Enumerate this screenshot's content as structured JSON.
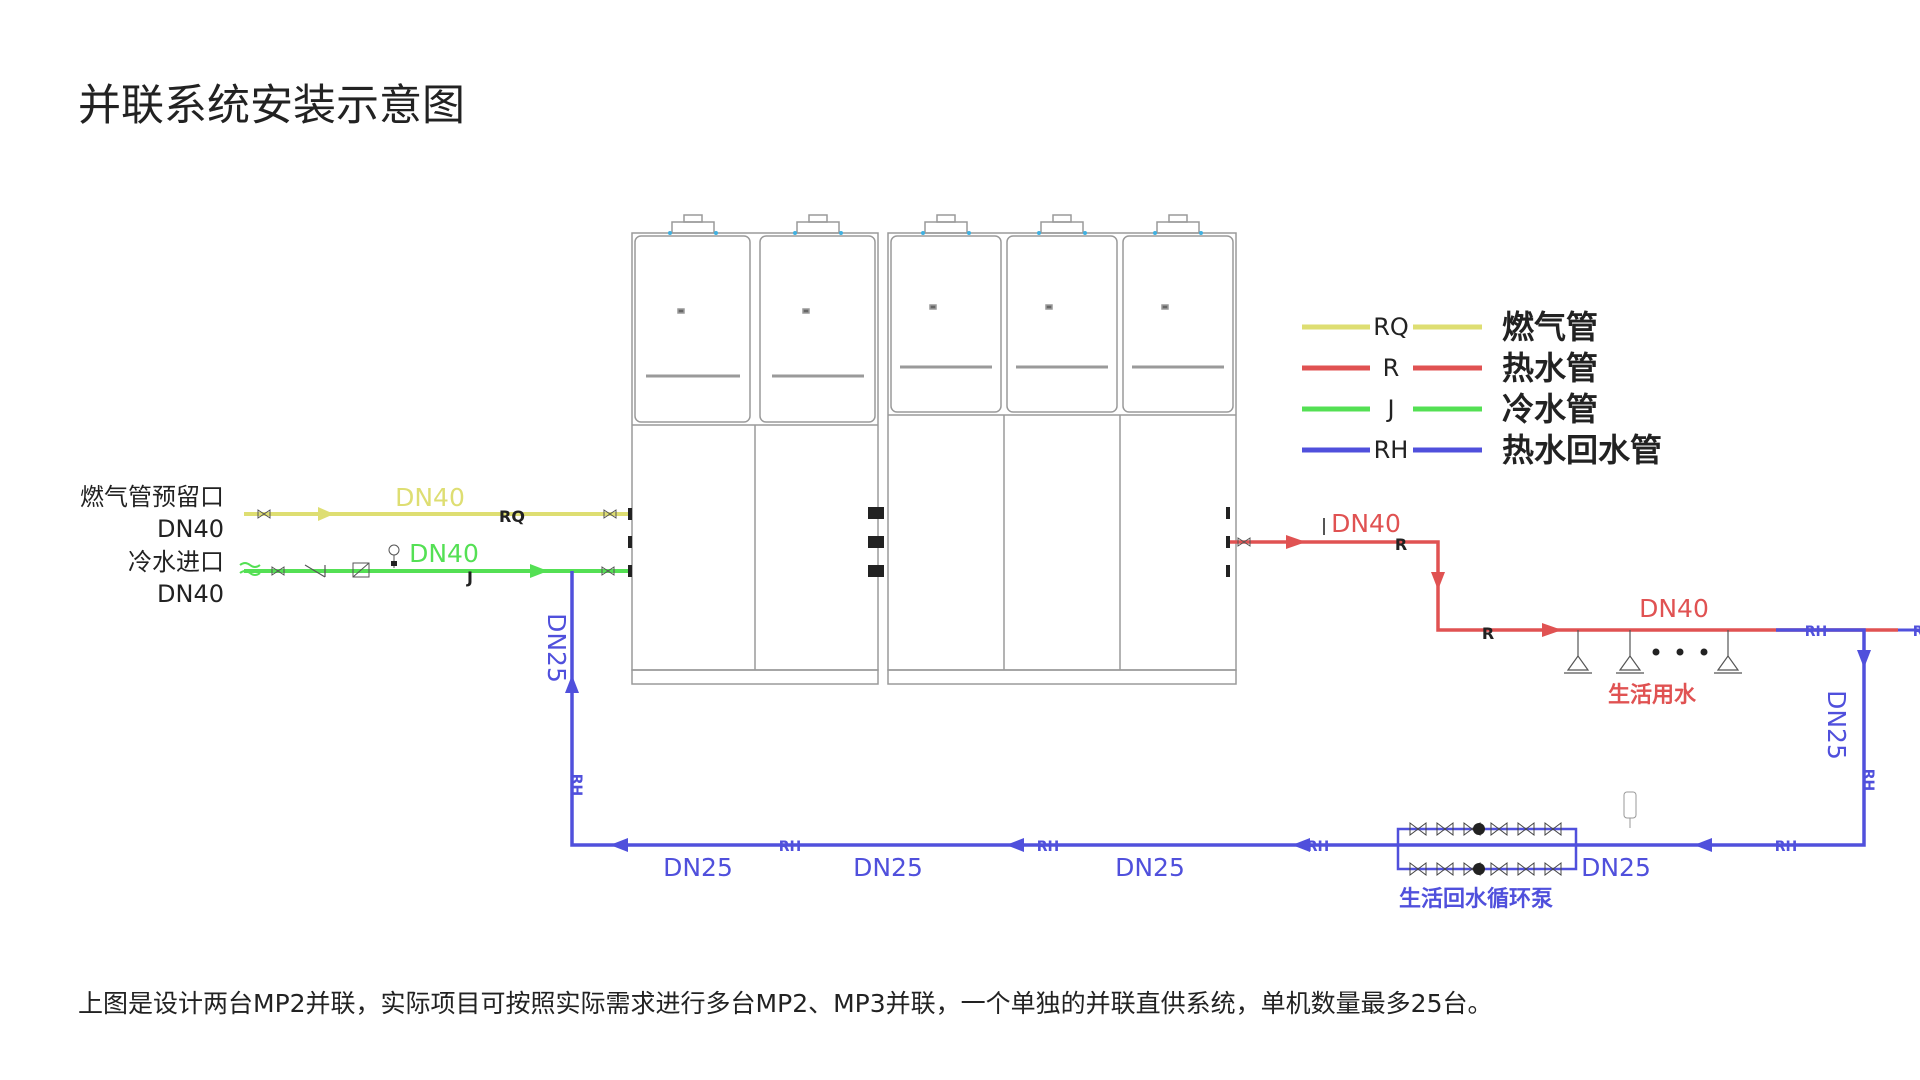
{
  "title": "并联系统安装示意图",
  "footnote": "上图是设计两台MP2并联，实际项目可按照实际需求进行多台MP2、MP3并联，一个单独的并联直供系统，单机数量最多25台。",
  "colors": {
    "gas": "#dede72",
    "hot": "#e05252",
    "cold": "#54e054",
    "return": "#5050dc",
    "outline": "#9a9a9a",
    "text": "#222222"
  },
  "legend": [
    {
      "code": "RQ",
      "name": "燃气管",
      "color": "#dede72"
    },
    {
      "code": "R",
      "name": "热水管",
      "color": "#e05252"
    },
    {
      "code": "J",
      "name": "冷水管",
      "color": "#54e054"
    },
    {
      "code": "RH",
      "name": "热水回水管",
      "color": "#5050dc"
    }
  ],
  "labels": {
    "gas_inlet": "燃气管预留口",
    "gas_inlet_size": "DN40",
    "cold_inlet": "冷水进口",
    "cold_inlet_size": "DN40",
    "gas_pipe_size": "DN40",
    "gas_pipe_code": "RQ",
    "cold_pipe_size": "DN40",
    "cold_pipe_code": "J",
    "hot_pipe_size": "DN40",
    "hot_pipe_code": "R",
    "hot_pipe_code_2": "R",
    "hot_main_size": "DN40",
    "domestic_water": "生活用水",
    "return_code": "RH",
    "return_size": "DN25",
    "pump_label": "生活回水循环泵"
  }
}
